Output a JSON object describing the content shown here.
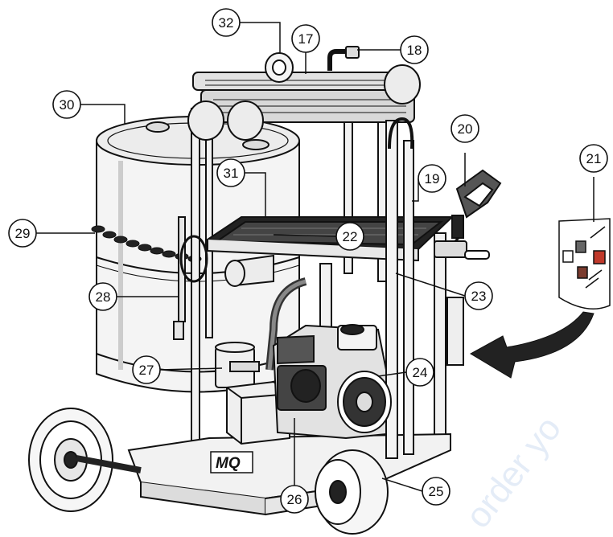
{
  "callouts": [
    {
      "id": "c17",
      "label": "17"
    },
    {
      "id": "c18",
      "label": "18"
    },
    {
      "id": "c19",
      "label": "19"
    },
    {
      "id": "c20",
      "label": "20"
    },
    {
      "id": "c21",
      "label": "21"
    },
    {
      "id": "c22",
      "label": "22"
    },
    {
      "id": "c23",
      "label": "23"
    },
    {
      "id": "c24",
      "label": "24"
    },
    {
      "id": "c25",
      "label": "25"
    },
    {
      "id": "c26",
      "label": "26"
    },
    {
      "id": "c27",
      "label": "27"
    },
    {
      "id": "c28",
      "label": "28"
    },
    {
      "id": "c29",
      "label": "29"
    },
    {
      "id": "c30",
      "label": "30"
    },
    {
      "id": "c31",
      "label": "31"
    },
    {
      "id": "c32",
      "label": "32"
    }
  ],
  "logo_text": "MQ",
  "watermark_text": "order yo",
  "colors": {
    "line": "#111111",
    "metal_light": "#eeeeee",
    "metal_mid": "#cfcfcf",
    "dark": "#3a3a3a",
    "accent_red": "#c0392b",
    "watermark": "#2b6cc4"
  }
}
